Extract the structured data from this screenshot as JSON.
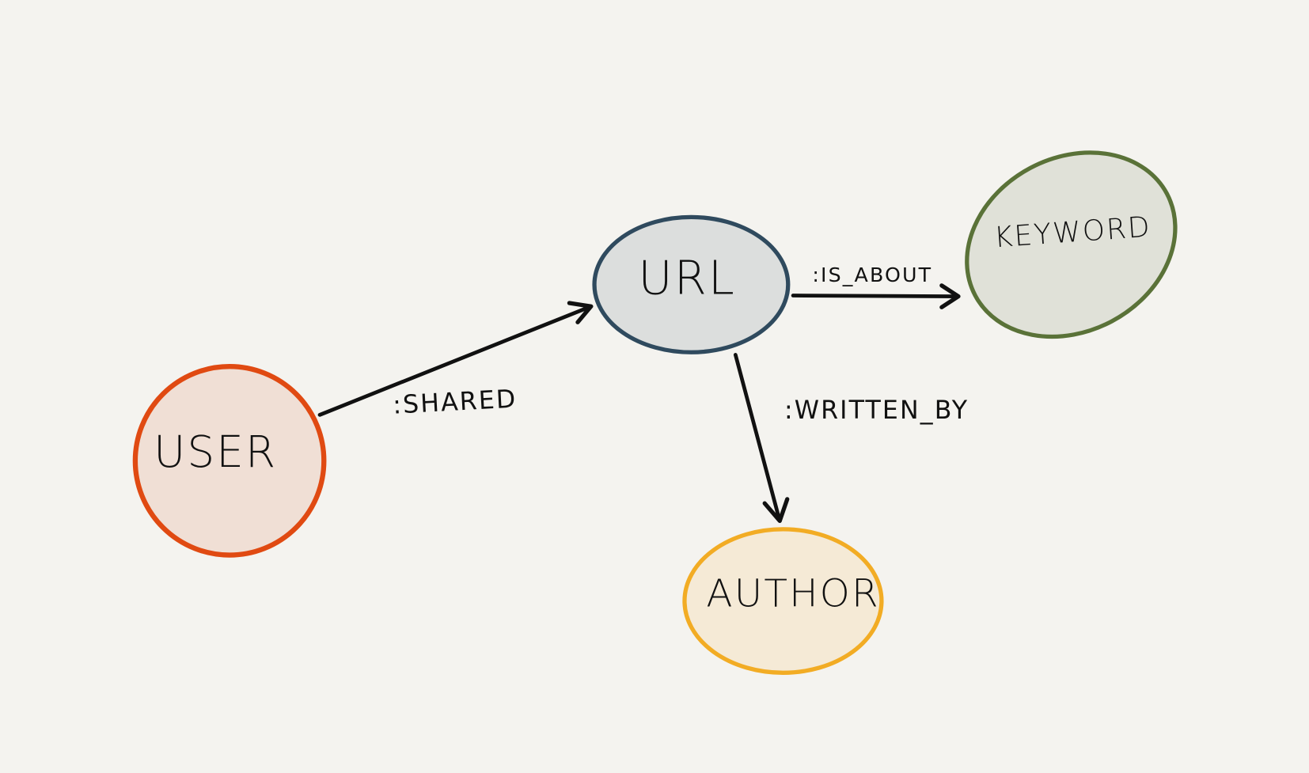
{
  "nodes": {
    "user": {
      "label": "USER",
      "stroke": "#e04a12",
      "fill": "#f0dfd5"
    },
    "url": {
      "label": "URL",
      "stroke": "#2f4a5e",
      "fill": "#dcdedd"
    },
    "keyword": {
      "label": "KEYWORD",
      "stroke": "#5a7238",
      "fill": "#e0e1d8"
    },
    "author": {
      "label": "AUTHOR",
      "stroke": "#f2ac24",
      "fill": "#f5ead6"
    }
  },
  "edges": {
    "shared": {
      "label": ":SHARED",
      "from": "USER",
      "to": "URL"
    },
    "is_about": {
      "label": ":IS_ABOUT",
      "from": "URL",
      "to": "KEYWORD"
    },
    "written_by": {
      "label": ":WRITTEN_BY",
      "from": "URL",
      "to": "AUTHOR"
    }
  }
}
